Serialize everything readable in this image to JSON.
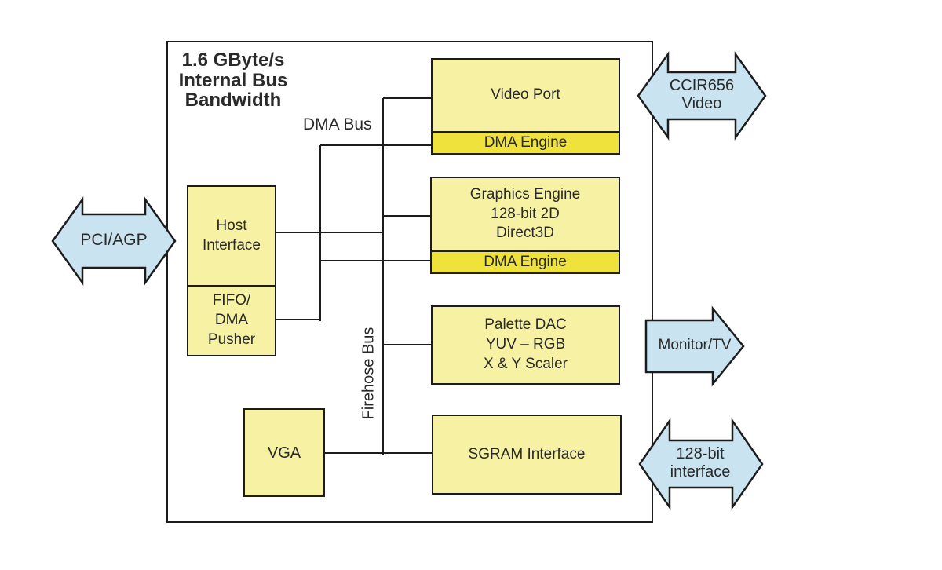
{
  "title": "1.6 GByte/s\nInternal Bus\nBandwidth",
  "bus_labels": {
    "dma": "DMA Bus",
    "firehose": "Firehose Bus"
  },
  "blocks": {
    "video_port": {
      "label": "Video Port",
      "dma_label": "DMA Engine"
    },
    "graphics_engine": {
      "label": "Graphics Engine\n128-bit 2D\nDirect3D",
      "dma_label": "DMA Engine"
    },
    "palette_dac": {
      "label": "Palette DAC\nYUV – RGB\nX & Y Scaler"
    },
    "sgram_interface": {
      "label": "SGRAM Interface"
    },
    "host_interface": {
      "label": "Host\nInterface"
    },
    "fifo_dma_pusher": {
      "label": "FIFO/\nDMA\nPusher"
    },
    "vga": {
      "label": "VGA"
    }
  },
  "arrows": {
    "pci_agp": {
      "label": "PCI/AGP",
      "direction": "bidirectional"
    },
    "ccir656": {
      "label": "CCIR656\nVideo",
      "direction": "bidirectional"
    },
    "monitor_tv": {
      "label": "Monitor/TV",
      "direction": "right"
    },
    "interface_128": {
      "label": "128-bit\ninterface",
      "direction": "bidirectional"
    }
  },
  "colors": {
    "box_fill": "#F7F2A3",
    "dma_fill": "#F0E23C",
    "arrow_fill": "#C9E4F0",
    "outline": "#1C1C1C",
    "text": "#2A2A2A",
    "background": "#FFFFFF"
  }
}
